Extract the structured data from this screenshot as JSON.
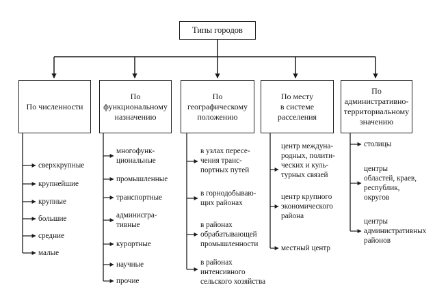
{
  "root": {
    "label": "Типы городов"
  },
  "categories": [
    {
      "label": "По численности",
      "items": [
        "сверхкрупные",
        "крупнейшие",
        "крупные",
        "большие",
        "средние",
        "малые"
      ]
    },
    {
      "label": "По\nфункциональному\nназначению",
      "items": [
        "многофунк-\nциональные",
        "промышленные",
        "транспортные",
        "админисгра-\nтивные",
        "курортные",
        "научные",
        "прочие"
      ]
    },
    {
      "label": "По\nгеографическому\nположению",
      "items": [
        "в узлах пересе-\nчения транс-\nпортных путей",
        "в горнодобываю-\nщих районах",
        "в районах\nобрабатывающей\nпромышленности",
        "в районах\nинтенсивного\nсельского хозяйства"
      ]
    },
    {
      "label": "По месту\nв системе\nрасселения",
      "items": [
        "центр междуна-\nродных, полити-\nческих и куль-\nтурных связей",
        "центр крупного\nэкономического\nрайона",
        "местный центр"
      ]
    },
    {
      "label": "По\nадминистративно-\nтерриториальному\nзначению",
      "items": [
        "столицы",
        "центры\nобластей, краев,\nреспублик,\nокругов",
        "центры\nадминистративных\nрайонов"
      ]
    }
  ]
}
